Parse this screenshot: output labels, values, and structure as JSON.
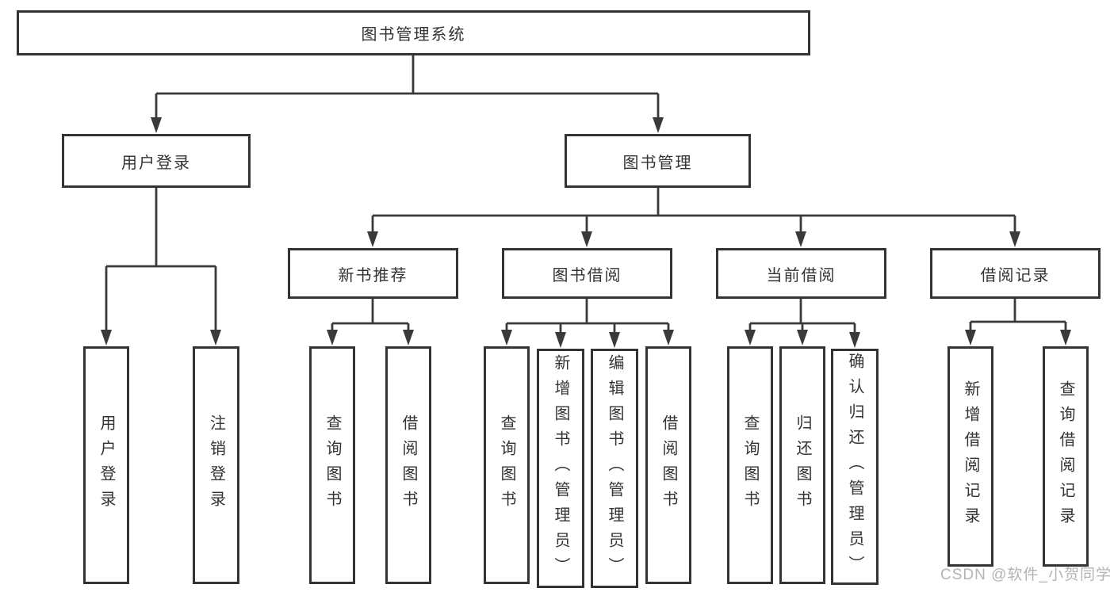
{
  "tree": {
    "root": {
      "label": "图书管理系统"
    },
    "branches": [
      {
        "label": "用户登录",
        "children": [
          {
            "label": "用户登录"
          },
          {
            "label": "注销登录"
          }
        ]
      },
      {
        "label": "图书管理",
        "children": [
          {
            "label": "新书推荐",
            "children": [
              {
                "label": "查询图书"
              },
              {
                "label": "借阅图书"
              }
            ]
          },
          {
            "label": "图书借阅",
            "children": [
              {
                "label": "查询图书"
              },
              {
                "label": "新增图书（管理员）"
              },
              {
                "label": "编辑图书（管理员）"
              },
              {
                "label": "借阅图书"
              }
            ]
          },
          {
            "label": "当前借阅",
            "children": [
              {
                "label": "查询图书"
              },
              {
                "label": "归还图书"
              },
              {
                "label": "确认归还（管理员）"
              }
            ]
          },
          {
            "label": "借阅记录",
            "children": [
              {
                "label": "新增借阅记录"
              },
              {
                "label": "查询借阅记录"
              }
            ]
          }
        ]
      }
    ]
  },
  "watermark": {
    "text": "CSDN @软件_小贺同学",
    "color": "#b4b4b4"
  },
  "colors": {
    "line": "#3a3a3a",
    "box_border": "#333333",
    "box_fill": "#ffffff",
    "text": "#333333",
    "background": "#ffffff"
  }
}
